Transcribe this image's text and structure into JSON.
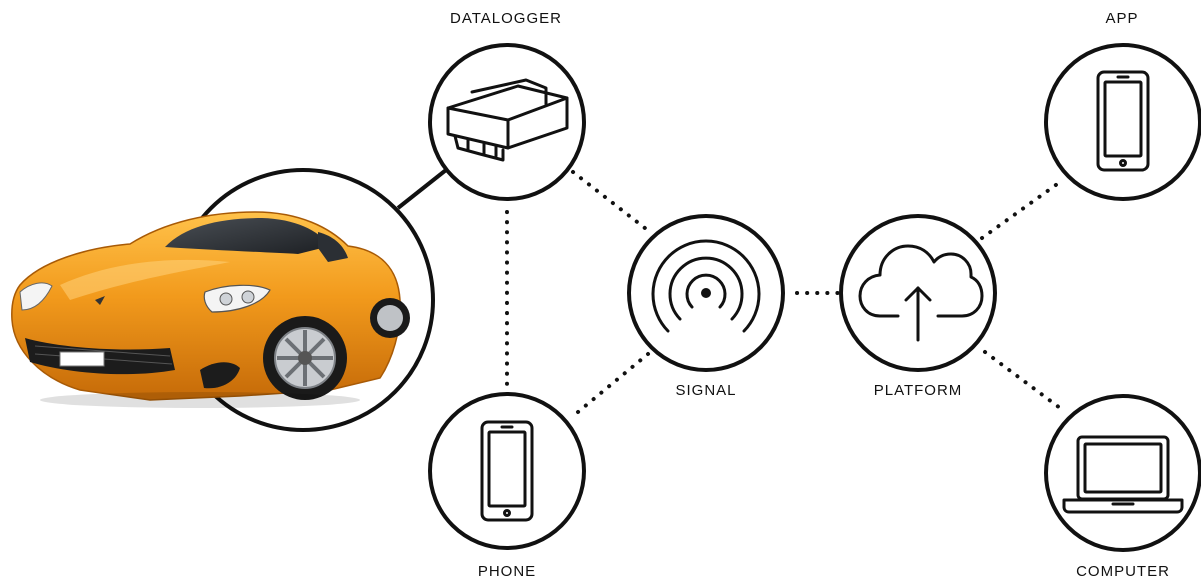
{
  "nodes": {
    "datalogger": {
      "label": "DATALOGGER",
      "icon": "obd-dongle-icon"
    },
    "app": {
      "label": "APP",
      "icon": "smartphone-icon"
    },
    "signal": {
      "label": "SIGNAL",
      "icon": "wireless-signal-icon"
    },
    "platform": {
      "label": "PLATFORM",
      "icon": "cloud-upload-icon"
    },
    "phone": {
      "label": "PHONE",
      "icon": "smartphone-icon"
    },
    "computer": {
      "label": "COMPUTER",
      "icon": "laptop-icon"
    },
    "car": {
      "icon": "sports-car-image"
    }
  },
  "colors": {
    "line": "#111111",
    "background": "#ffffff",
    "car_body": "#f29a1c"
  }
}
